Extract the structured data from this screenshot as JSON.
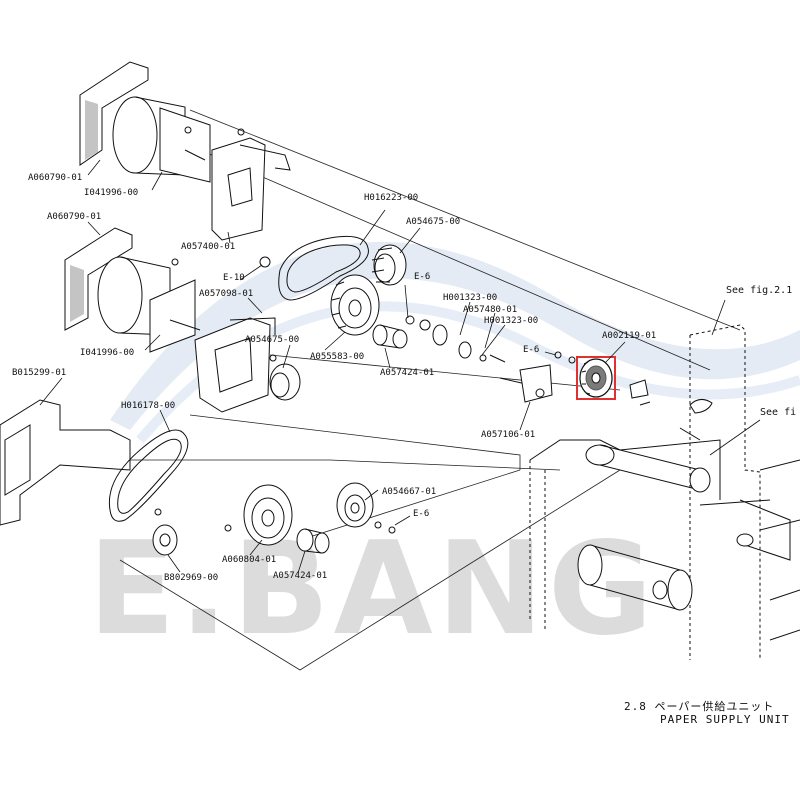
{
  "watermark": "E.BANG",
  "highlight_color": "#e03030",
  "labels": {
    "a060790_top": "A060790-01",
    "i041996_top": "I041996-00",
    "a060790_mid": "A060790-01",
    "a057400": "A057400-01",
    "h016223": "H016223-00",
    "a054675_top": "A054675-00",
    "e10": "E-10",
    "a057098": "A057098-01",
    "e6_top": "E-6",
    "h001323_a": "H001323-00",
    "a057480": "A057480-01",
    "h001323_b": "H001323-00",
    "a055583": "A055583-00",
    "a054675_mid": "A054675-00",
    "a057424_top": "A057424-01",
    "i041996_mid": "I041996-00",
    "b015299": "B015299-01",
    "e6_mid": "E-6",
    "a002119": "A002119-01",
    "a057106": "A057106-01",
    "h016178": "H016178-00",
    "a054667": "A054667-01",
    "e6_bot": "E-6",
    "a060804": "A060804-01",
    "a057424_bot": "A057424-01",
    "b802969": "B802969-00",
    "see_fig_1": "See fig.2.1",
    "see_fig_2": "See fi"
  },
  "caption": {
    "number_jp": "2.8 ペーパー供給ユニット",
    "title_en": "PAPER SUPPLY UNIT"
  }
}
